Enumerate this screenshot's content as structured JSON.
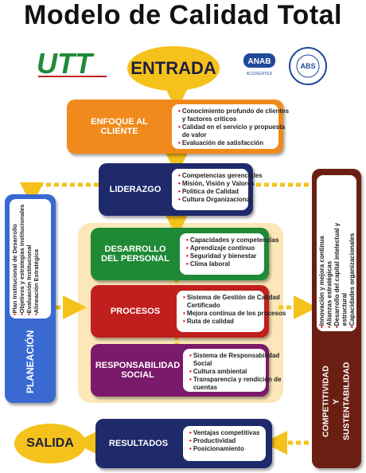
{
  "title": "Modelo de Calidad Total",
  "logos": {
    "utt": "UTT",
    "anab": "ANAB",
    "anab_sub": "ACCREDITED",
    "seal": "ABS Quality Evaluations Inc."
  },
  "entrada": "ENTRADA",
  "salida": "SALIDA",
  "enfoque": {
    "label": "ENFOQUE AL CLIENTE",
    "items": [
      "Conocimiento profundo de clientes",
      "y factores críticos",
      "Calidad en el servicio y propuesta",
      "de valor",
      "Evaluación de satisfacción"
    ]
  },
  "liderazgo": {
    "label": "LIDERAZGO",
    "items": [
      "Competencias gerenciales",
      "Misión, Visión y Valores",
      "Política de Calidad",
      "Cultura Organizacional"
    ]
  },
  "desarrollo": {
    "label1": "DESARROLLO",
    "label2": "DEL PERSONAL",
    "items": [
      "Capacidades y competencias",
      "Aprendizaje continuo",
      "Seguridad y bienestar",
      "Clima laboral"
    ]
  },
  "procesos": {
    "label": "PROCESOS",
    "items": [
      "Sistema de Gestión de Calidad",
      "Certificado",
      "Mejora continua de los procesos",
      "Ruta de calidad"
    ]
  },
  "responsabilidad": {
    "label1": "RESPONSABILIDAD",
    "label2": "SOCIAL",
    "items": [
      "Sistema de Responsabilidad",
      "Social",
      "Cultura ambiental",
      "Transparencia y rendición de",
      "cuentas"
    ]
  },
  "resultados": {
    "label": "RESULTADOS",
    "items": [
      "Ventajas competitivas",
      "Productividad",
      "Posicionamiento"
    ]
  },
  "planeacion": {
    "label": "PLANEACIÓN",
    "items": [
      "Plan Institucional de Desarrollo",
      "Objetivos y estrategias institucionales",
      "Evaluación Institucional",
      "Alineación Estratégica"
    ]
  },
  "competitividad": {
    "label1": "COMPETITIVIDAD",
    "label2": "Y",
    "label3": "SUSTENTABILIDAD",
    "items": [
      "Innovación y mejora continua",
      "Alianzas estratégicas",
      "Desarrollo del capital intelectual y",
      "estructural",
      "Capacidades organizacionales"
    ]
  },
  "colors": {
    "orange": "#f08a1c",
    "navy": "#1f2a6b",
    "green": "#1e8a35",
    "red": "#c11e1e",
    "purple": "#7a1a6a",
    "blue": "#3a6ad1",
    "brown": "#6b1f12",
    "yellow": "#f5c21b"
  }
}
